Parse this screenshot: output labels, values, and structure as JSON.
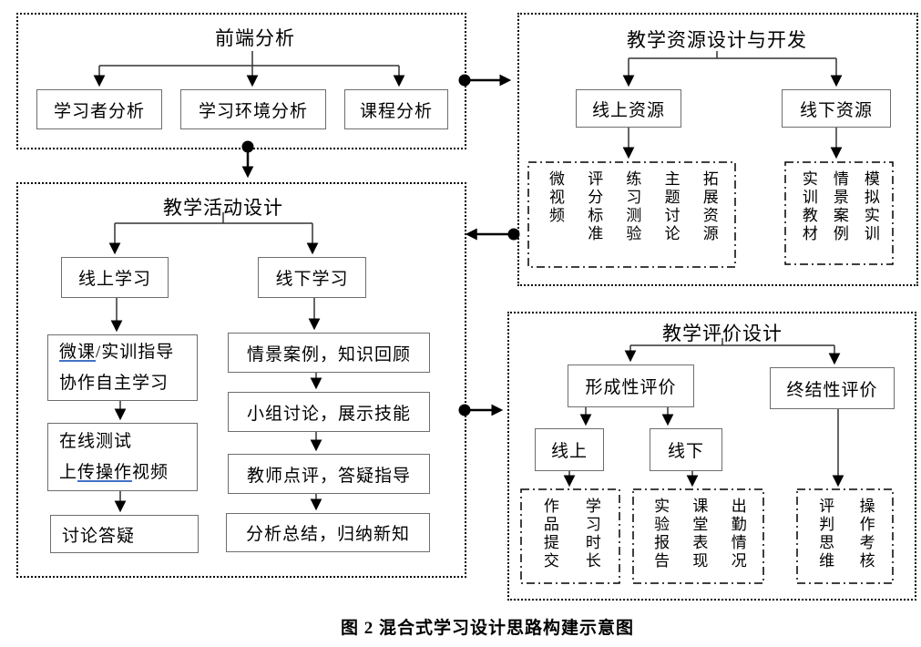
{
  "caption": "图 2 混合式学习设计思路构建示意图",
  "colors": {
    "box_border": "#6e6e6e",
    "connector": "#333333",
    "underline_accent": "#4472c4"
  },
  "frontend": {
    "title": "前端分析",
    "children": [
      "学习者分析",
      "学习环境分析",
      "课程分析"
    ]
  },
  "resources": {
    "title": "教学资源设计与开发",
    "online_label": "线上资源",
    "online_items": [
      "微视频",
      "评分标准",
      "练习测验",
      "主题讨论",
      "拓展资源"
    ],
    "offline_label": "线下资源",
    "offline_items": [
      "实训教材",
      "情景案例",
      "模拟实训"
    ]
  },
  "activities": {
    "title": "教学活动设计",
    "online_label": "线上学习",
    "step1": {
      "link": "微课",
      "rest": "/实训指导",
      "line2": "协作自主学习"
    },
    "step2": {
      "line1": "在线测试",
      "pre": "上",
      "link": "传操作",
      "rest": "视频"
    },
    "step3": "讨论答疑",
    "offline_label": "线下学习",
    "offline_steps": [
      "情景案例，知识回顾",
      "小组讨论，展示技能",
      "教师点评，答疑指导",
      "分析总结，归纳新知"
    ]
  },
  "evaluation": {
    "title": "教学评价设计",
    "formative_label": "形成性评价",
    "summative_label": "终结性评价",
    "online_label": "线上",
    "offline_label": "线下",
    "online_items": [
      "作品提交",
      "学习时长"
    ],
    "offline_items": [
      "实验报告",
      "课堂表现",
      "出勤情况"
    ],
    "summative_items": [
      "评判思维",
      "操作考核"
    ]
  }
}
